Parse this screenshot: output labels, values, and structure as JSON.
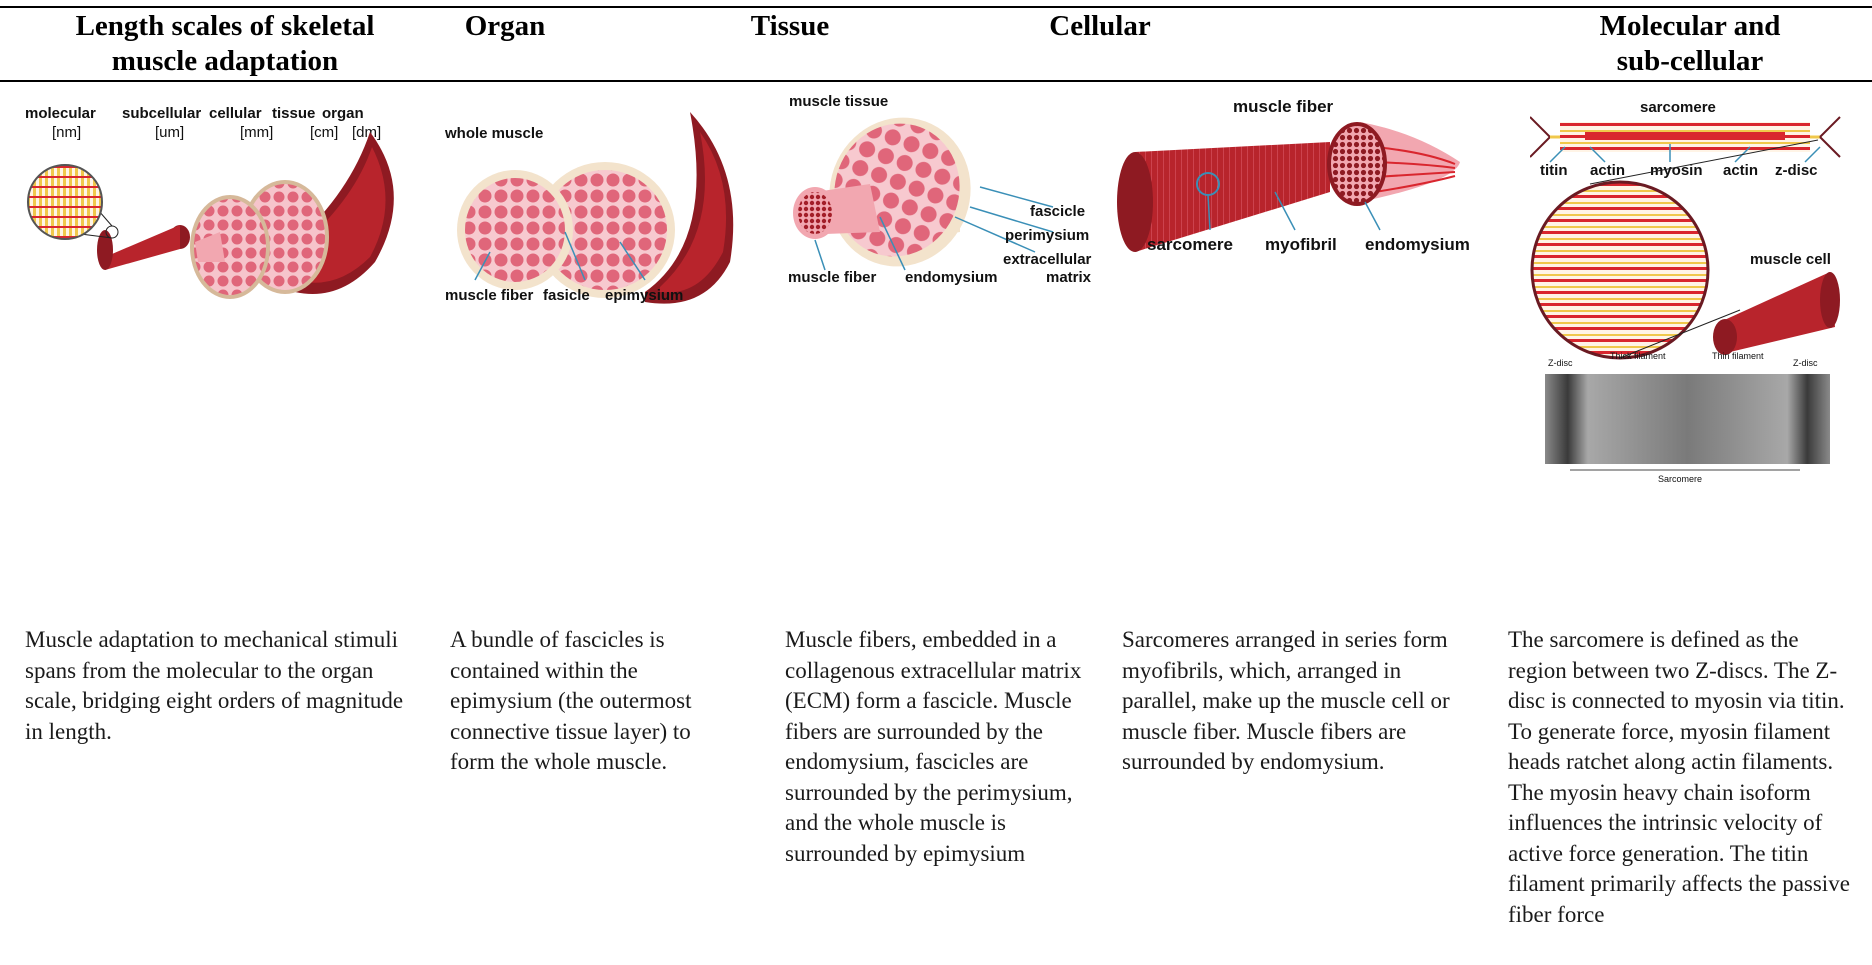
{
  "headers": [
    "Length scales of skeletal\nmuscle adaptation",
    "Organ",
    "Tissue",
    "Cellular",
    "Molecular and\nsub-cellular"
  ],
  "descriptions": [
    "Muscle adaptation to mechanical stimuli spans from the molecular to the organ scale, bridging eight orders of magnitude in length.",
    "A bundle of fascicles is contained within the epimysium (the outermost connective tissue layer) to form the whole muscle.",
    "Muscle fibers, embedded in a collagenous extracellular matrix (ECM) form a fascicle. Muscle fibers are surrounded by the endomysium, fascicles are surrounded by the perimysium, and the whole muscle is surrounded by epimysium",
    "Sarcomeres arranged in series form myofibrils, which, arranged in parallel, make up the muscle cell or muscle fiber. Muscle fibers are surrounded by endomysium.",
    "The sarcomere is defined as the region between two Z-discs. The Z-disc is connected to myosin via titin. To generate force, myosin filament heads ratchet along actin filaments. The myosin heavy chain isoform influences the intrinsic velocity of active force generation. The titin filament primarily affects the passive fiber force"
  ],
  "fig1": {
    "scales": [
      "molecular",
      "subcellular",
      "cellular",
      "tissue",
      "organ"
    ],
    "units": [
      "[nm]",
      "[um]",
      "[mm]",
      "[cm]",
      "[dm]"
    ]
  },
  "fig2": {
    "whole_muscle": "whole muscle",
    "muscle_fiber": "muscle fiber",
    "fasicle": "fasicle",
    "epimysium": "epimysium"
  },
  "fig3": {
    "muscle_tissue": "muscle tissue",
    "fascicle": "fascicle",
    "perimysium": "perimysium",
    "extracellular": "extracellular",
    "matrix": "matrix",
    "muscle_fiber": "muscle fiber",
    "endomysium": "endomysium"
  },
  "fig4": {
    "muscle_fiber": "muscle fiber",
    "sarcomere": "sarcomere",
    "myofibril": "myofibril",
    "endomysium": "endomysium"
  },
  "fig5": {
    "sarcomere": "sarcomere",
    "titin": "titin",
    "actin1": "actin",
    "myosin": "myosin",
    "actin2": "actin",
    "zdisc": "z-disc",
    "muscle_cell": "muscle cell",
    "em_zdisc_left": "Z-disc",
    "em_thick": "Thick filament",
    "em_thin": "Thin filament",
    "em_zdisc_right": "Z-disc",
    "em_sarcomere": "Sarcomere"
  },
  "colors": {
    "muscle_dark": "#8e1a22",
    "muscle_red": "#b8242c",
    "pink": "#f2a7b0",
    "cell": "#e0667a",
    "tan": "#f3e3cc",
    "line_blue": "#3a8fb7",
    "filament_red": "#d9262e",
    "actin_yellow": "#f0c84b"
  }
}
